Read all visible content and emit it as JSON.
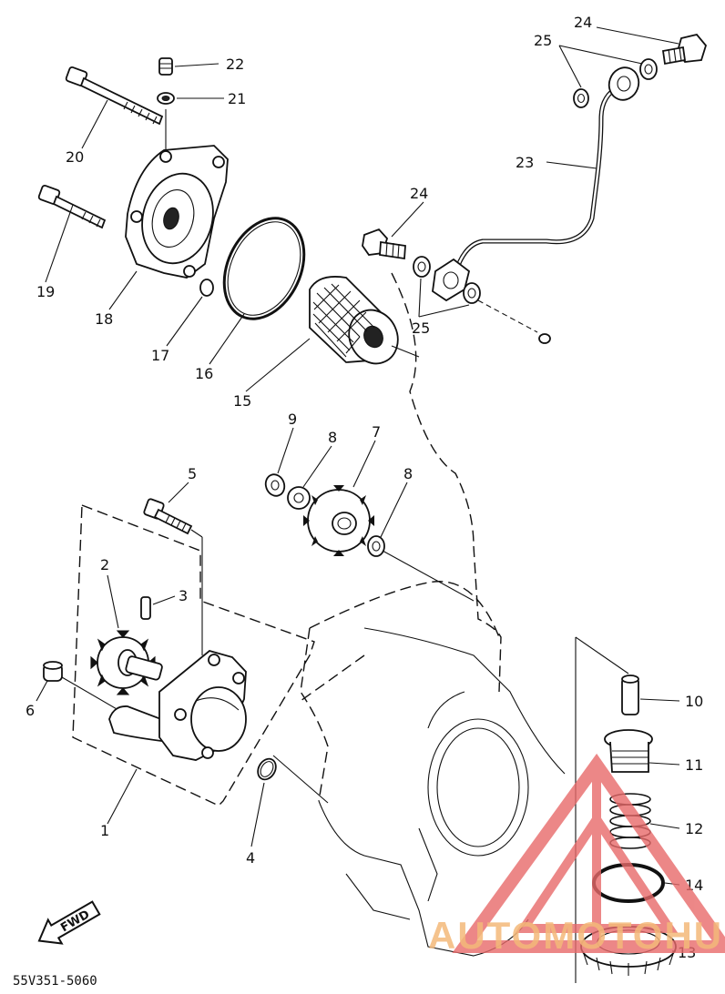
{
  "diagram": {
    "code": "55V351-5060",
    "watermark": "AUTOMOTOHUB",
    "fwd_label": "FWD",
    "callouts": [
      "1",
      "2",
      "3",
      "4",
      "5",
      "6",
      "7",
      "8",
      "9",
      "10",
      "11",
      "12",
      "13",
      "14",
      "15",
      "16",
      "17",
      "18",
      "19",
      "20",
      "21",
      "22",
      "23",
      "24",
      "25"
    ],
    "callout_labels": {
      "c1": "1",
      "c2": "2",
      "c3": "3",
      "c4": "4",
      "c5": "5",
      "c6": "6",
      "c7": "7",
      "c8a": "8",
      "c8b": "8",
      "c9": "9",
      "c10": "10",
      "c11": "11",
      "c12": "12",
      "c13": "13",
      "c14": "14",
      "c15": "15",
      "c16": "16",
      "c17": "17",
      "c18": "18",
      "c19": "19",
      "c20": "20",
      "c21": "21",
      "c22": "22",
      "c23": "23",
      "c24a": "24",
      "c24b": "24",
      "c25a": "25",
      "c25b": "25"
    }
  }
}
